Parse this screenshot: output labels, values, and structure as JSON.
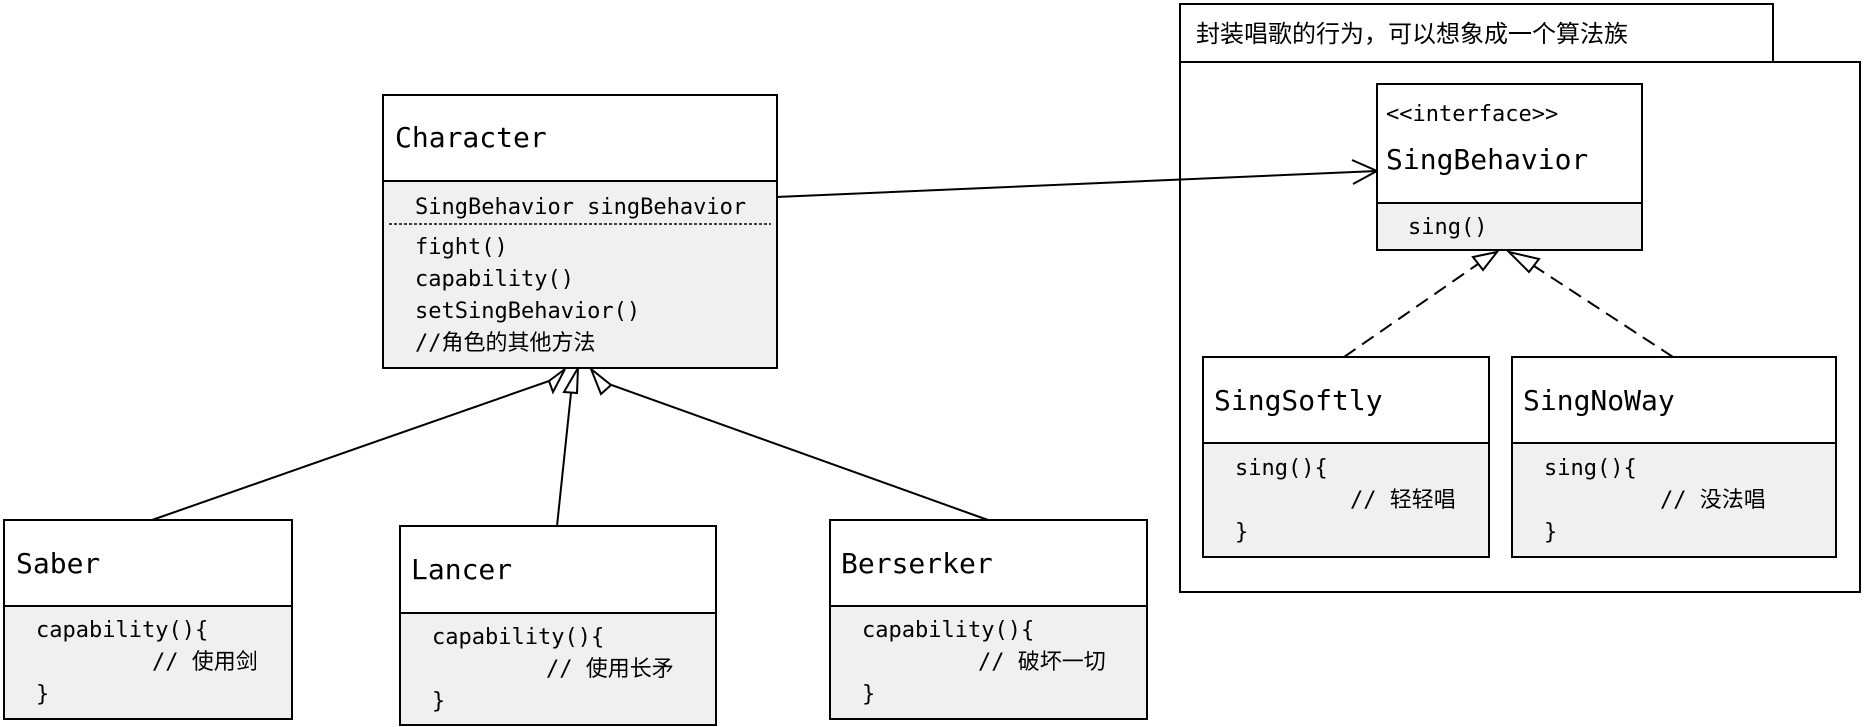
{
  "package": {
    "label": "封装唱歌的行为，可以想象成一个算法族"
  },
  "character": {
    "title": "Character",
    "attribute": "SingBehavior singBehavior",
    "methods": [
      "fight()",
      "capability()",
      "setSingBehavior()",
      "//角色的其他方法"
    ]
  },
  "saber": {
    "title": "Saber",
    "lines": [
      "capability(){",
      "// 使用剑",
      "}"
    ]
  },
  "lancer": {
    "title": "Lancer",
    "lines": [
      "capability(){",
      "// 使用长矛",
      "}"
    ]
  },
  "berserker": {
    "title": "Berserker",
    "lines": [
      "capability(){",
      "// 破坏一切",
      "}"
    ]
  },
  "sing_behavior": {
    "stereotype": "<<interface>>",
    "title": "SingBehavior",
    "method": "sing()"
  },
  "sing_softly": {
    "title": "SingSoftly",
    "lines": [
      "sing(){",
      "// 轻轻唱",
      "}"
    ]
  },
  "sing_no_way": {
    "title": "SingNoWay",
    "lines": [
      "sing(){",
      "// 没法唱",
      "}"
    ]
  }
}
